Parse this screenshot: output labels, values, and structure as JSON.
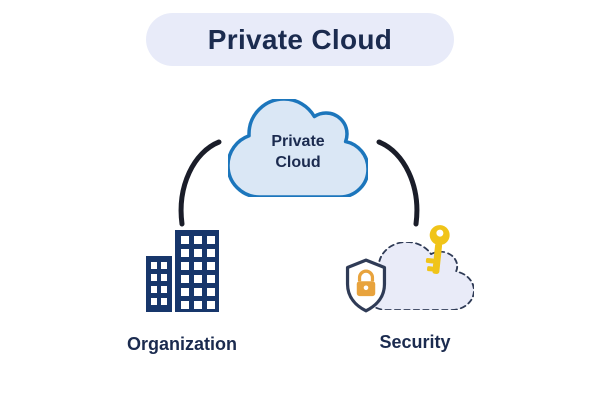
{
  "title": "Private Cloud",
  "diagram": {
    "center_cloud": {
      "icon": "cloud-icon",
      "label_line1": "Private",
      "label_line2": "Cloud"
    },
    "nodes": [
      {
        "id": "organization",
        "label": "Organization",
        "icon": "building-icon"
      },
      {
        "id": "security",
        "label": "Security",
        "icon": "shield-lock-icon, key-icon, dashed-cloud-icon"
      }
    ],
    "connectors": [
      "left-arc",
      "right-arc"
    ]
  },
  "colors": {
    "background": "#FFFFFF",
    "title_pill_bg": "#E8EBF9",
    "heading_text": "#1B2B4F",
    "center_cloud_fill": "#DAE7F5",
    "center_cloud_stroke": "#1C76BC",
    "connector": "#1A1D29",
    "building": "#17366B",
    "security_cloud_fill": "#E9EBF8",
    "security_outline": "#2F3B56",
    "key_yellow": "#F0C419",
    "lock_gold": "#E8A33D"
  }
}
